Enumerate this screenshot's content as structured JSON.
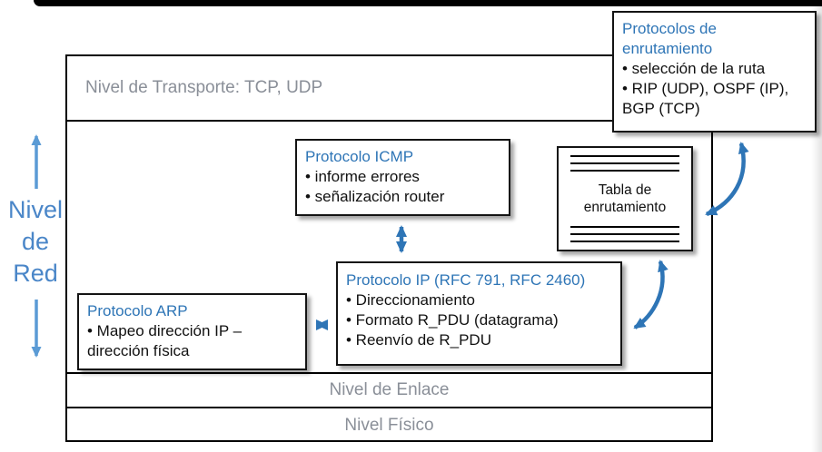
{
  "colors": {
    "accent_blue": "#2E75B6",
    "light_blue": "#5B9BD5",
    "label_gray": "#8a8f98"
  },
  "side_label": {
    "line1": "Nivel",
    "line2": "de",
    "line3": "Red"
  },
  "layers": {
    "transport": "Nivel de Transporte: TCP, UDP",
    "link": "Nivel de Enlace",
    "physical": "Nivel Físico"
  },
  "boxes": {
    "routing": {
      "title": "Protocolos de enrutamiento",
      "bullets": [
        "• selección de la ruta",
        "• RIP (UDP), OSPF (IP), BGP (TCP)"
      ]
    },
    "icmp": {
      "title": "Protocolo ICMP",
      "bullets": [
        "• informe errores",
        "• señalización router"
      ]
    },
    "routing_table": {
      "label": "Tabla de enrutamiento"
    },
    "ip": {
      "title": "Protocolo IP (RFC 791, RFC 2460)",
      "bullets": [
        "• Direccionamiento",
        "• Formato R_PDU (datagrama)",
        "• Reenvío de R_PDU"
      ]
    },
    "arp": {
      "title": "Protocolo ARP",
      "bullets": [
        "• Mapeo dirección IP – dirección física"
      ]
    }
  }
}
